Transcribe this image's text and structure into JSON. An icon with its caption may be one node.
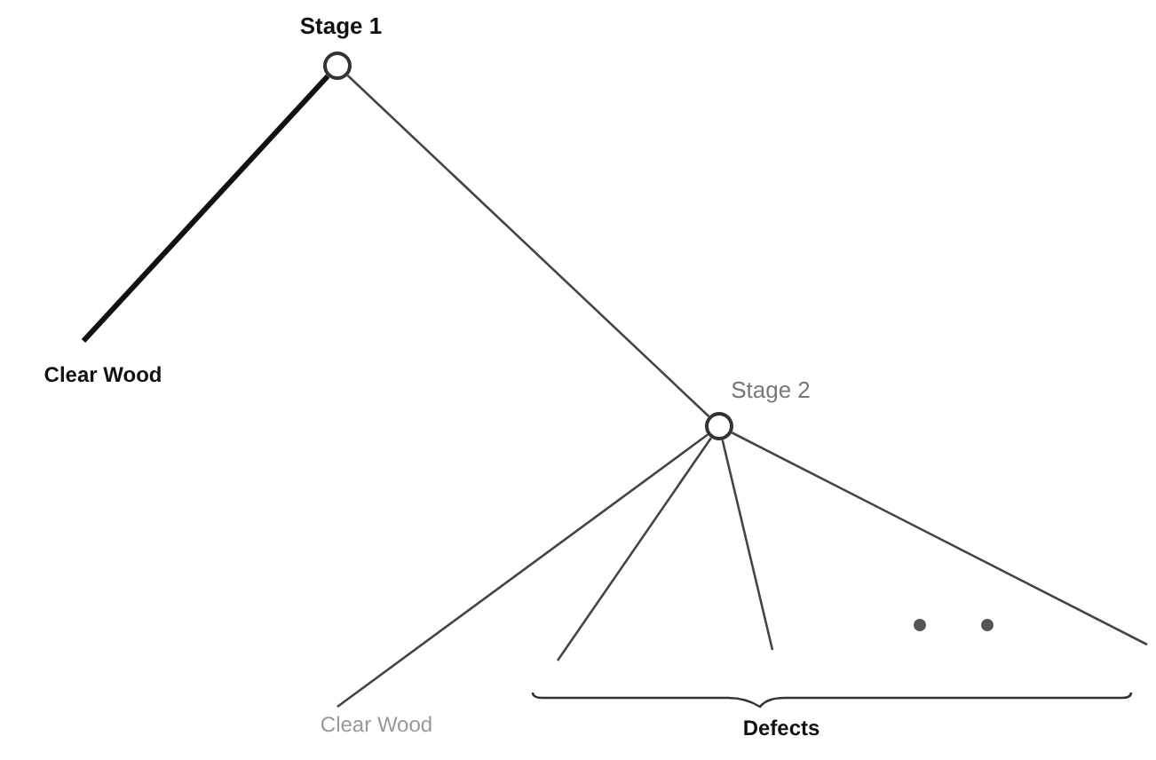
{
  "diagram": {
    "nodes": [
      {
        "text": [
          "Stage 1"
        ]
      },
      {
        "text": [
          "Clear Wood"
        ]
      },
      {
        "text": [
          "Stage 2"
        ]
      },
      {
        "text": [
          "Clear Wood"
        ]
      }
    ],
    "edges": [
      {
        "from": 0,
        "to": 1,
        "arrow": "none",
        "style": "thick"
      },
      {
        "from": 0,
        "to": 2,
        "arrow": "none"
      },
      {
        "from": 2,
        "to": 3,
        "arrow": "none"
      },
      {
        "from": 2,
        "to": null,
        "arrow": "none"
      },
      {
        "from": 2,
        "to": null,
        "arrow": "none"
      },
      {
        "from": 2,
        "to": null,
        "arrow": "none"
      }
    ],
    "labels": [
      "Defects"
    ]
  }
}
